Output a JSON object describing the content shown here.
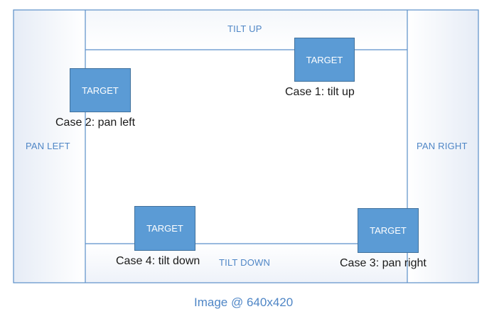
{
  "zones": {
    "tilt_up": "TILT UP",
    "tilt_down": "TILT DOWN",
    "pan_left": "PAN LEFT",
    "pan_right": "PAN RIGHT"
  },
  "targets": {
    "label": "TARGET"
  },
  "cases": {
    "case1": "Case 1: tilt up",
    "case2": "Case 2: pan left",
    "case3": "Case 3: pan right",
    "case4": "Case 4: tilt down"
  },
  "caption": "Image @ 640x420",
  "colors": {
    "frame_line": "#5b8fc9",
    "target_fill": "#5b9bd5",
    "target_border": "#41719c",
    "zone_text": "#4f86c6",
    "side_gradient_edge": "#e9eef7"
  }
}
